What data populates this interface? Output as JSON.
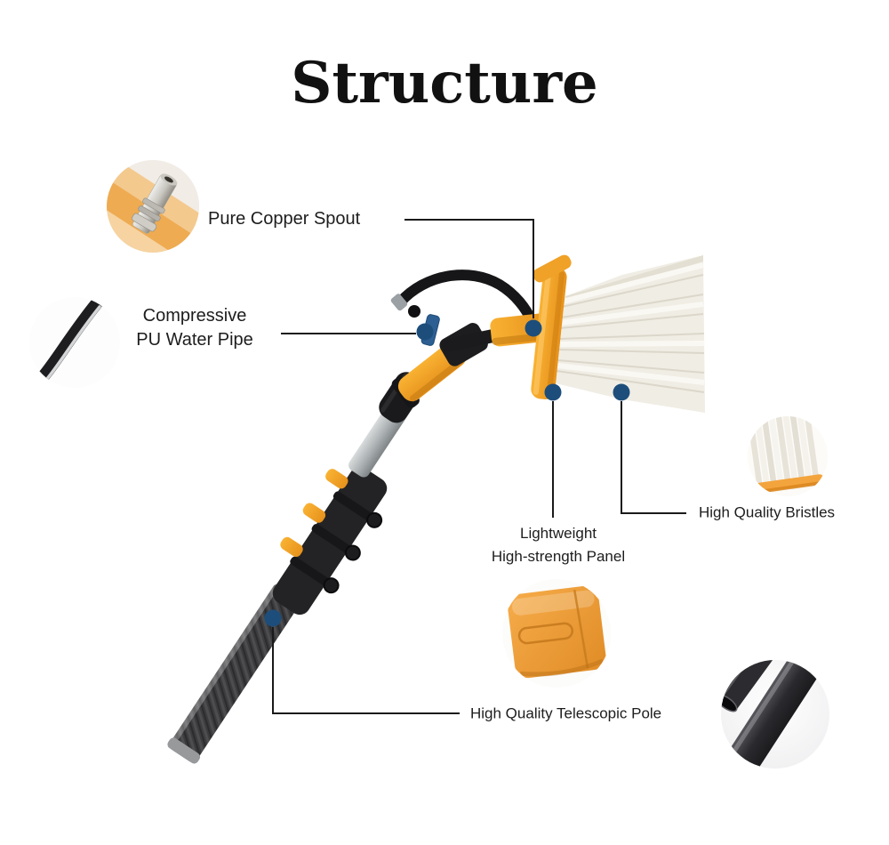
{
  "title": "Structure",
  "callouts": {
    "spout": {
      "label": "Pure Copper Spout"
    },
    "pipe": {
      "line1": "Compressive",
      "line2": "PU Water Pipe"
    },
    "bristles": {
      "label": "High Quality Bristles"
    },
    "panel": {
      "line1": "Lightweight",
      "line2": "High-strength Panel"
    },
    "pole": {
      "label": "High Quality Telescopic Pole"
    }
  },
  "insets": {
    "spout": "copper-spout-photo",
    "pipe": "pu-water-pipe-photo",
    "bristles": "bristles-photo",
    "panel": "panel-photo",
    "pole": "telescopic-poles-photo"
  },
  "colors": {
    "background": "#FFFFFF",
    "accent_orange": "#F2A43C",
    "deep_orange": "#D9861D",
    "anchor_dot_blue": "#1D4E7B",
    "leader_line": "#1A1A1A",
    "text": "#1D1D1D",
    "bristle_ivory": "#F0EDE5",
    "carbon_gray": "#3C3C3E",
    "aluminum_silver": "#C2C6C8",
    "black_parts": "#1B1B1D"
  }
}
